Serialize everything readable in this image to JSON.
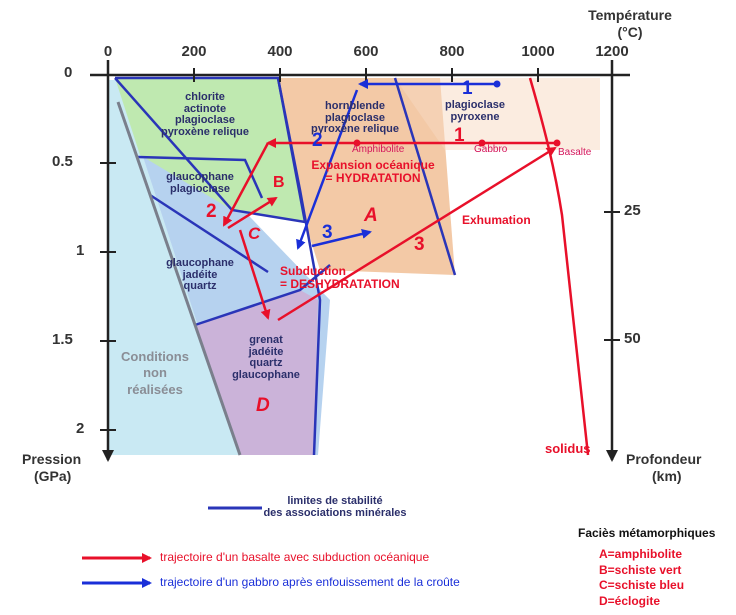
{
  "axes": {
    "temperature_title": "Température",
    "temperature_unit": "(°C)",
    "temperature_ticks": [
      "0",
      "200",
      "400",
      "600",
      "800",
      "1000",
      "1200"
    ],
    "pressure_title": "Pression",
    "pressure_unit": "(GPa)",
    "pressure_ticks": [
      "0",
      "0.5",
      "1",
      "1.5",
      "2"
    ],
    "depth_title": "Profondeur",
    "depth_unit": "(km)",
    "depth_ticks": [
      "25",
      "50"
    ]
  },
  "regions": {
    "greenschist": [
      "chlorite",
      "actinote",
      "plagioclase",
      "pyroxène relique"
    ],
    "amphibolite": [
      "hornblende",
      "plagioclase",
      "pyroxène relique"
    ],
    "gabbro": [
      "plagioclase",
      "pyroxene"
    ],
    "blueschist_upper": [
      "glaucophane",
      "plagioclase"
    ],
    "blueschist_lower": [
      "glaucophane",
      "jadéite",
      "quartz"
    ],
    "eclogite": [
      "grenat",
      "jadéite",
      "quartz",
      "glaucophane"
    ],
    "unrealized": [
      "Conditions",
      "non",
      "réalisées"
    ]
  },
  "facies_letters": {
    "A": "A",
    "B": "B",
    "C": "C",
    "D": "D"
  },
  "annotations": {
    "expansion": [
      "Expansion océanique",
      "= HYDRATATION"
    ],
    "subduction": [
      "Subduction",
      "= DESHYDRATATION"
    ],
    "exhumation": "Exhumation",
    "solidus": "solidus",
    "rock_amphibolite": "Amphibolite",
    "rock_gabbro": "Gabbro",
    "rock_basalte": "Basalte"
  },
  "path_numbers": {
    "red_1": "1",
    "red_2": "2",
    "red_3": "3",
    "blue_1": "1",
    "blue_2": "2",
    "blue_3": "3"
  },
  "legend": {
    "stability_limits": [
      "limites de stabilité",
      "des associations minérales"
    ],
    "red_path": "trajectoire d'un basalte avec subduction océanique",
    "blue_path": "trajectoire d'un gabbro  après enfouissement de la croûte",
    "facies_title": "Faciès métamorphiques",
    "facies": [
      "A=amphibolite",
      "B=schiste vert",
      "C=schiste bleu",
      "D=éclogite"
    ]
  },
  "colors": {
    "red_path": "#e8102a",
    "blue_path": "#1a2fd8",
    "boundary": "#2a35b8",
    "greenschist": "#bfe9b0",
    "amphibolite": "#f3c9a6",
    "blueschist": "#8ab6e6",
    "eclogite": "#cbb3d9",
    "unrealized": "#c9e9f3"
  }
}
